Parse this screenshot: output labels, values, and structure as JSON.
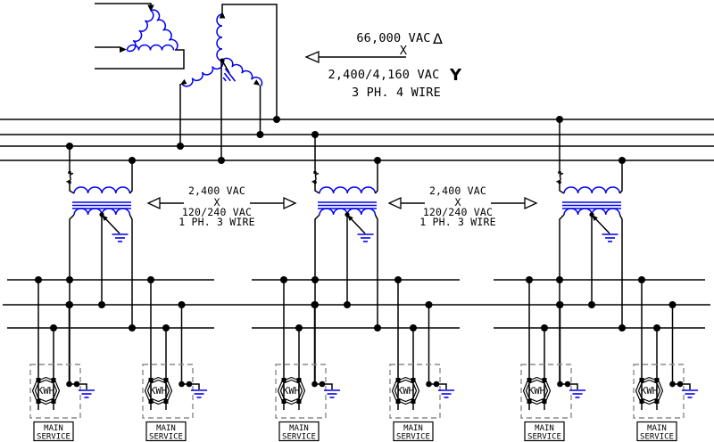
{
  "diagram": {
    "title_hint": "utility one-line distribution diagram",
    "supply": {
      "line1": "66,000 VAC",
      "delta": "Δ",
      "sep": "X",
      "line2": "2,400/4,160 VAC",
      "wye": "Y",
      "line3": "3 PH. 4 WIRE"
    },
    "xfmr_labels": [
      {
        "line1": "2,400 VAC",
        "sep": "X",
        "line2": "120/240 VAC",
        "line3": "1 PH. 3 WIRE"
      },
      {
        "line1": "2,400 VAC",
        "sep": "X",
        "line2": "120/240 VAC",
        "line3": "1 PH. 3 WIRE"
      }
    ],
    "meters": [
      {
        "label": "KWH",
        "service1": "MAIN",
        "service2": "SERVICE"
      },
      {
        "label": "KWH",
        "service1": "MAIN",
        "service2": "SERVICE"
      },
      {
        "label": "KWH",
        "service1": "MAIN",
        "service2": "SERVICE"
      },
      {
        "label": "KWH",
        "service1": "MAIN",
        "service2": "SERVICE"
      },
      {
        "label": "KWH",
        "service1": "MAIN",
        "service2": "SERVICE"
      },
      {
        "label": "KWH",
        "service1": "MAIN",
        "service2": "SERVICE"
      }
    ],
    "colors": {
      "wire": "#000000",
      "winding": "#0000ee",
      "ground": "#0000ee",
      "enclosure_dashed": "#8a8a8a",
      "background": "#ffffff"
    }
  }
}
